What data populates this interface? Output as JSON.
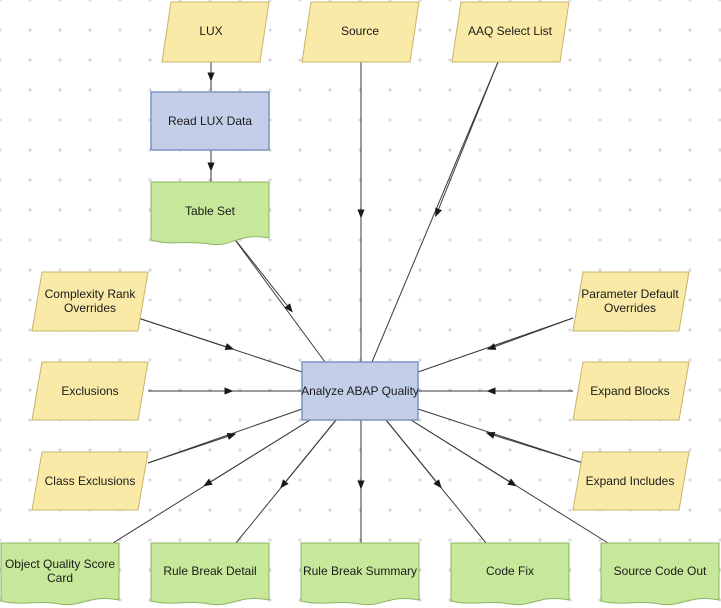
{
  "diagram": {
    "inputs": {
      "lux": "LUX",
      "source": "Source",
      "aaq_select_list": "AAQ Select List",
      "complexity_rank_overrides": [
        "Complexity Rank",
        "Overrides"
      ],
      "exclusions": "Exclusions",
      "class_exclusions": "Class Exclusions",
      "parameter_default_overrides": [
        "Parameter Default",
        "Overrides"
      ],
      "expand_blocks": "Expand Blocks",
      "expand_includes": "Expand Includes"
    },
    "processes": {
      "read_lux_data": "Read LUX Data",
      "analyze_abap_quality": "Analyze ABAP Quality"
    },
    "outputs": {
      "table_set": "Table Set",
      "object_quality_score_card": [
        "Object Quality Score",
        "Card"
      ],
      "rule_break_detail": "Rule Break Detail",
      "rule_break_summary": "Rule Break Summary",
      "code_fix": "Code Fix",
      "source_code_out": "Source Code Out"
    }
  },
  "colors": {
    "input_fill": "#faeaa8",
    "process_fill": "#c3cfe8",
    "output_fill": "#c7e89a",
    "edge": "#3a3a3a"
  }
}
